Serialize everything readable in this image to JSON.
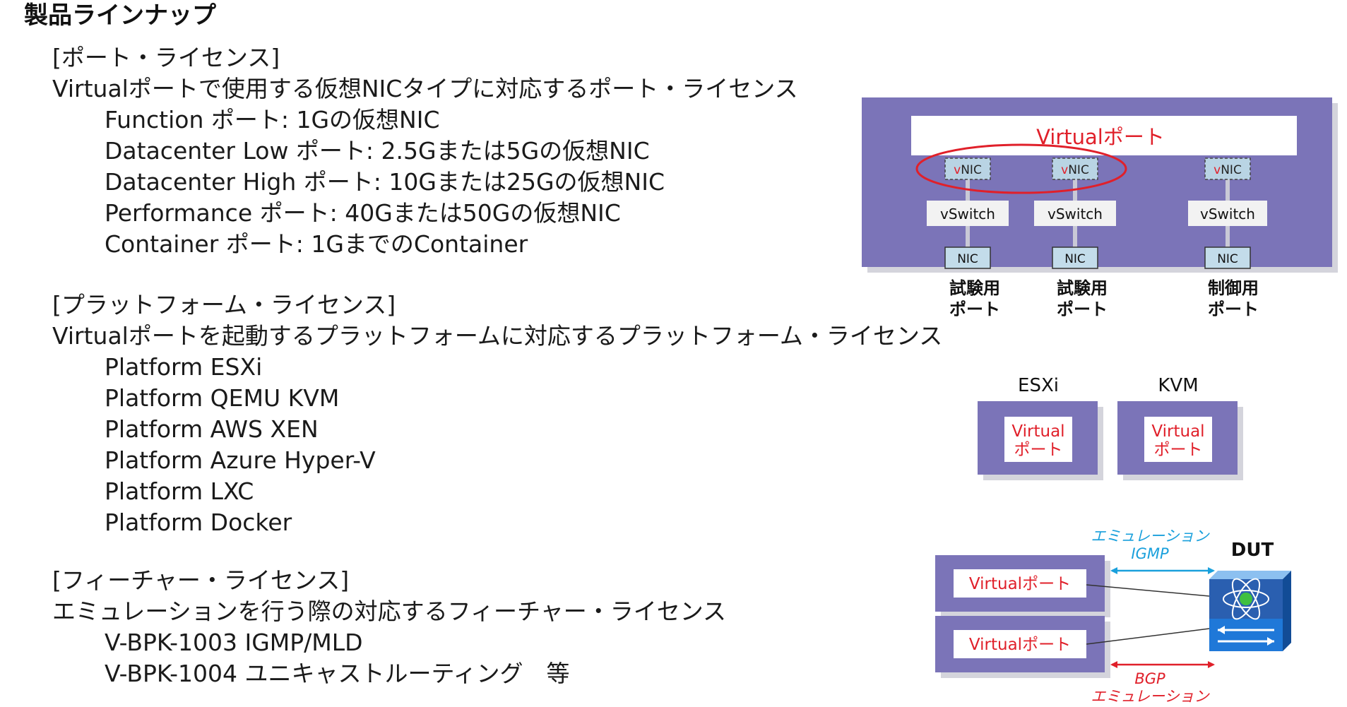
{
  "page_title": "製品ラインナップ",
  "port_license": {
    "heading": "[ポート・ライセンス]",
    "description": "Virtualポートで使用する仮想NICタイプに対応するポート・ライセンス",
    "items": [
      "Function ポート: 1Gの仮想NIC",
      "Datacenter Low ポート: 2.5Gまたは5Gの仮想NIC",
      "Datacenter High ポート: 10Gまたは25Gの仮想NIC",
      "Performance ポート: 40Gまたは50Gの仮想NIC",
      "Container ポート: 1GまでのContainer"
    ]
  },
  "platform_license": {
    "heading": "[プラットフォーム・ライセンス]",
    "description": "Virtualポートを起動するプラットフォームに対応するプラットフォーム・ライセンス",
    "items": [
      "Platform ESXi",
      "Platform QEMU KVM",
      "Platform AWS XEN",
      "Platform Azure Hyper-V",
      "Platform LXC",
      "Platform Docker"
    ]
  },
  "feature_license": {
    "heading": "[フィーチャー・ライセンス]",
    "description": "エミュレーションを行う際の対応するフィーチャー・ライセンス",
    "items": [
      "V-BPK-1003 IGMP/MLD",
      "V-BPK-1004 ユニキャストルーティング　等"
    ]
  },
  "port_diagram": {
    "virtual_port_prefix": "Virtual",
    "virtual_port_suffix": "ポート",
    "vnic_prefix": "v",
    "vnic_suffix": "NIC",
    "vswitch": "vSwitch",
    "nic": "NIC",
    "captions": [
      {
        "line1": "試験用",
        "line2": "ポート"
      },
      {
        "line1": "試験用",
        "line2": "ポート"
      },
      {
        "line1": "制御用",
        "line2": "ポート"
      }
    ]
  },
  "platform_diagram": {
    "platforms": [
      {
        "name": "ESXi",
        "inner_line1": "Virtual",
        "inner_line2": "ポート"
      },
      {
        "name": "KVM",
        "inner_line1": "Virtual",
        "inner_line2": "ポート"
      }
    ]
  },
  "emulation_diagram": {
    "igmp_line1": "エミュレーション",
    "igmp_line2": "IGMP",
    "dut_label": "DUT",
    "port_label_1": "Virtualポート",
    "port_label_2": "Virtualポート",
    "bgp_line1": "BGP",
    "bgp_line2": "エミュレーション"
  },
  "colors": {
    "frame_purple": "#7b74b8",
    "frame_shadow": "#d4d4dc",
    "emphasis_red": "#e0202a",
    "igmp_blue": "#1aa0dc",
    "vnic_fill": "#b9d4e4",
    "nic_fill": "#c3dcea",
    "vswitch_fill": "#f2f2f2",
    "dut_blue": "#1f78d8"
  }
}
